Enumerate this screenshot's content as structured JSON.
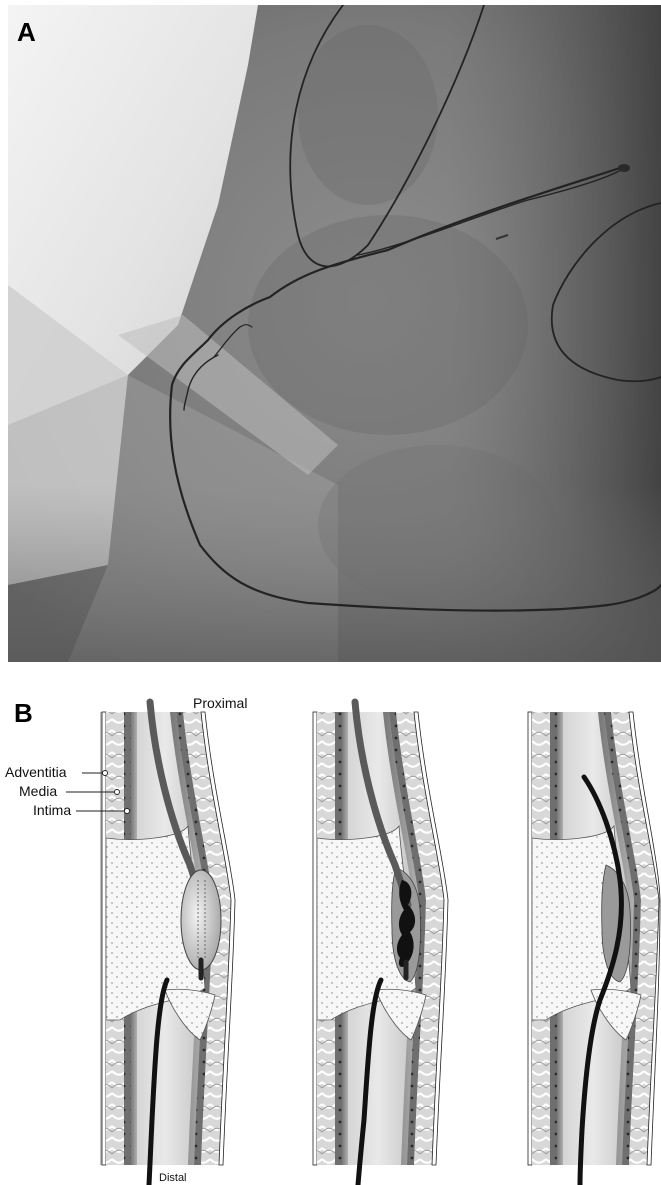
{
  "panels": [
    {
      "label": "A"
    },
    {
      "label": "B"
    }
  ],
  "diagram": {
    "layers": {
      "adventitia": "Adventitia",
      "media": "Media",
      "intima": "Intima"
    },
    "directions": {
      "proximal": "Proximal",
      "distal": "Distal"
    },
    "steps": [
      "balloon-in-subintimal-space",
      "balloon-inflated-dissection",
      "wire-reentry-true-lumen"
    ]
  }
}
